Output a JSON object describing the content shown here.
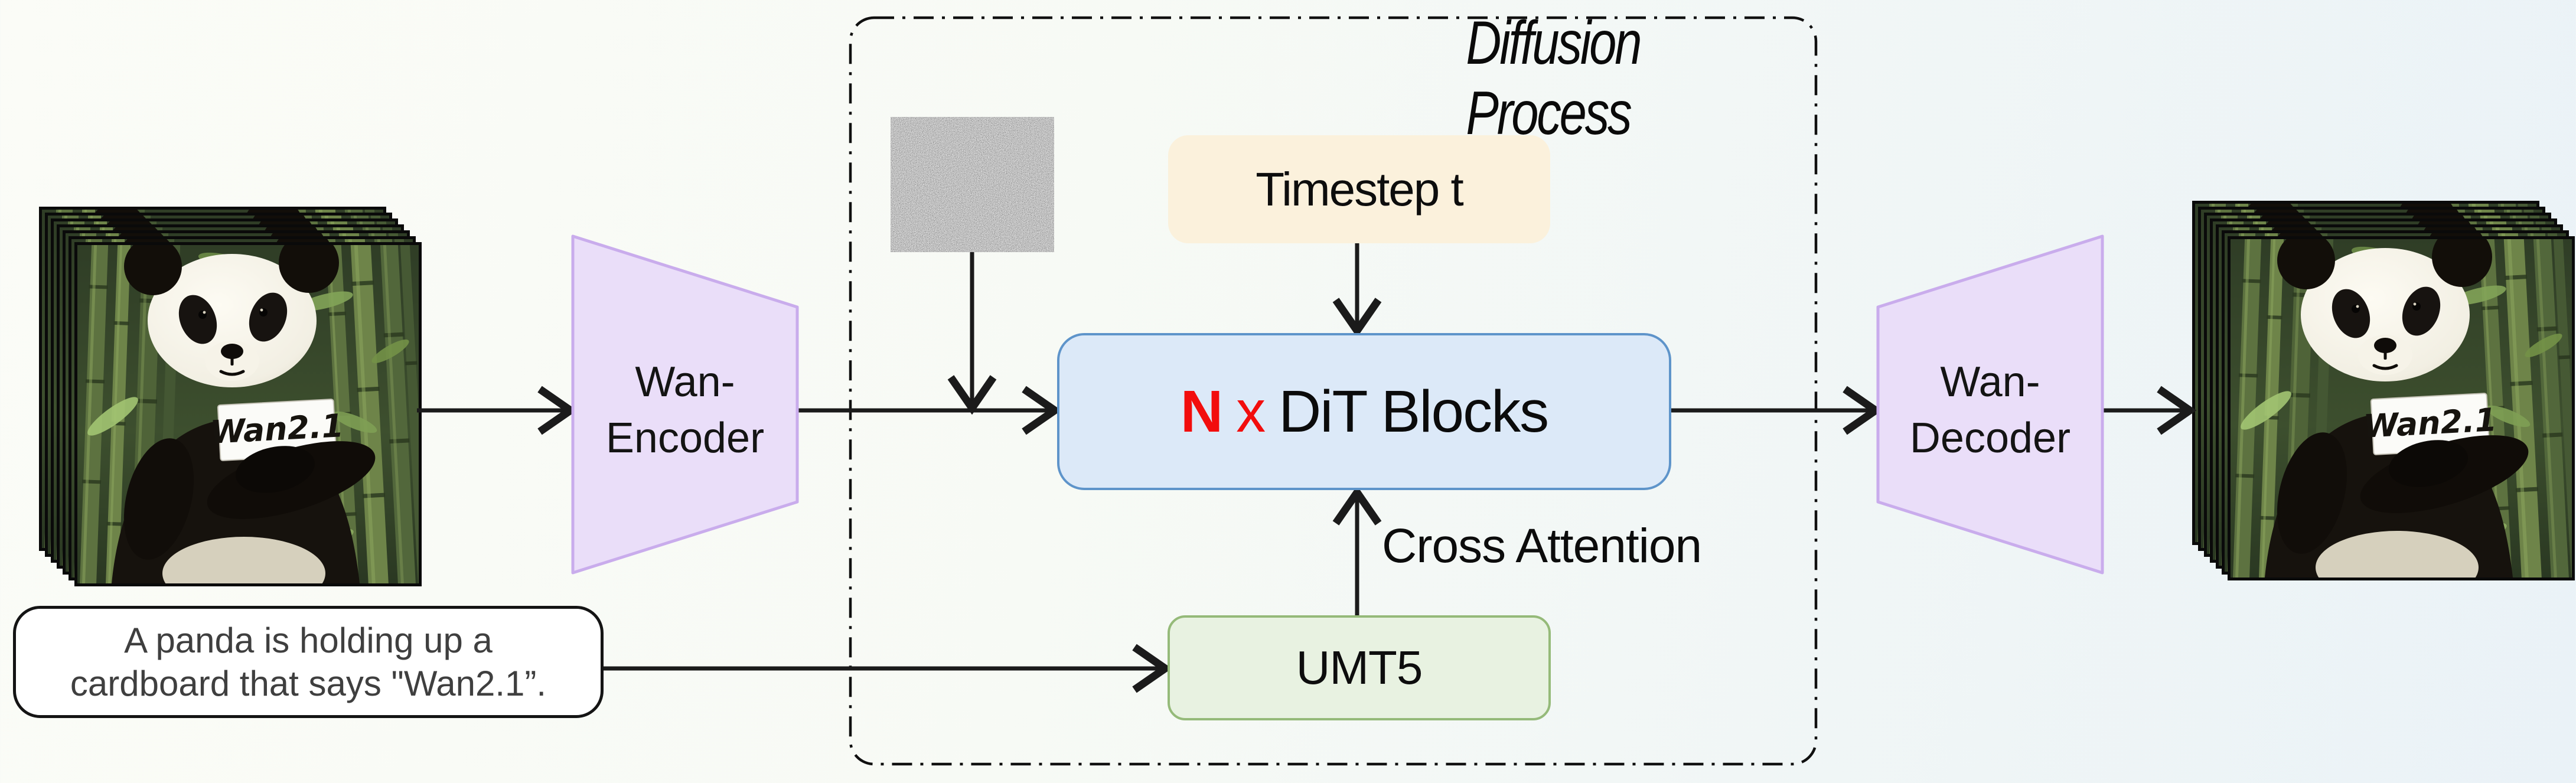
{
  "diagram": {
    "title": "Diffusion Process",
    "wan_encoder": {
      "line1": "Wan-",
      "line2": "Encoder"
    },
    "wan_decoder": {
      "line1": "Wan-",
      "line2": "Decoder"
    },
    "dit_block": {
      "multiplier": "N",
      "times": "x",
      "label": "DiT Blocks"
    },
    "timestep_label": "Timestep t",
    "umt5_label": "UMT5",
    "cross_attention_label": "Cross Attention",
    "prompt": {
      "line1": "A panda is holding up a",
      "line2": "cardboard that says \"Wan2.1”."
    },
    "panda_sign_text": "Wan2.1",
    "frames_per_stack": 7,
    "icons": {
      "noise": "gaussian-noise-image",
      "frames": "video-frame-stack"
    },
    "colors": {
      "dit_fill": "#dce9f8",
      "dit_border": "#5e94ca",
      "timestep_fill": "#fbf1dc",
      "umt5_fill": "#e8f2e1",
      "umt5_border": "#95ba79",
      "vae_fill": "#eadef9",
      "vae_border": "#c9acec",
      "accent_red": "#f20d0d",
      "arrow": "#1b1b1b",
      "prompt_border": "#141414"
    }
  }
}
